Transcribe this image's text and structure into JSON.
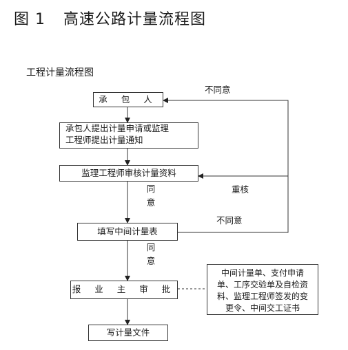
{
  "figure": {
    "number": "图 1",
    "title": "高速公路计量流程图"
  },
  "subtitle": "工程计量流程图",
  "nodes": {
    "contractor": "承 包 人",
    "apply": [
      "承包人提出计量申请或监理",
      "工程师提出计量通知"
    ],
    "review": "监理工程师审核计量资料",
    "fill": "填写中间计量表",
    "approve": "报 业 主 审 批",
    "write": "写计量文件"
  },
  "labels": {
    "disagree_top": "不同意",
    "recheck": "重核",
    "disagree_mid": "不同意",
    "agree_1": [
      "同",
      "意"
    ],
    "agree_2": [
      "同",
      "意"
    ]
  },
  "note": [
    "中间计量单、支付申请",
    "单、工序交验单及自检资",
    "料、监理工程师签发的变",
    "更令、中间交工证书"
  ]
}
